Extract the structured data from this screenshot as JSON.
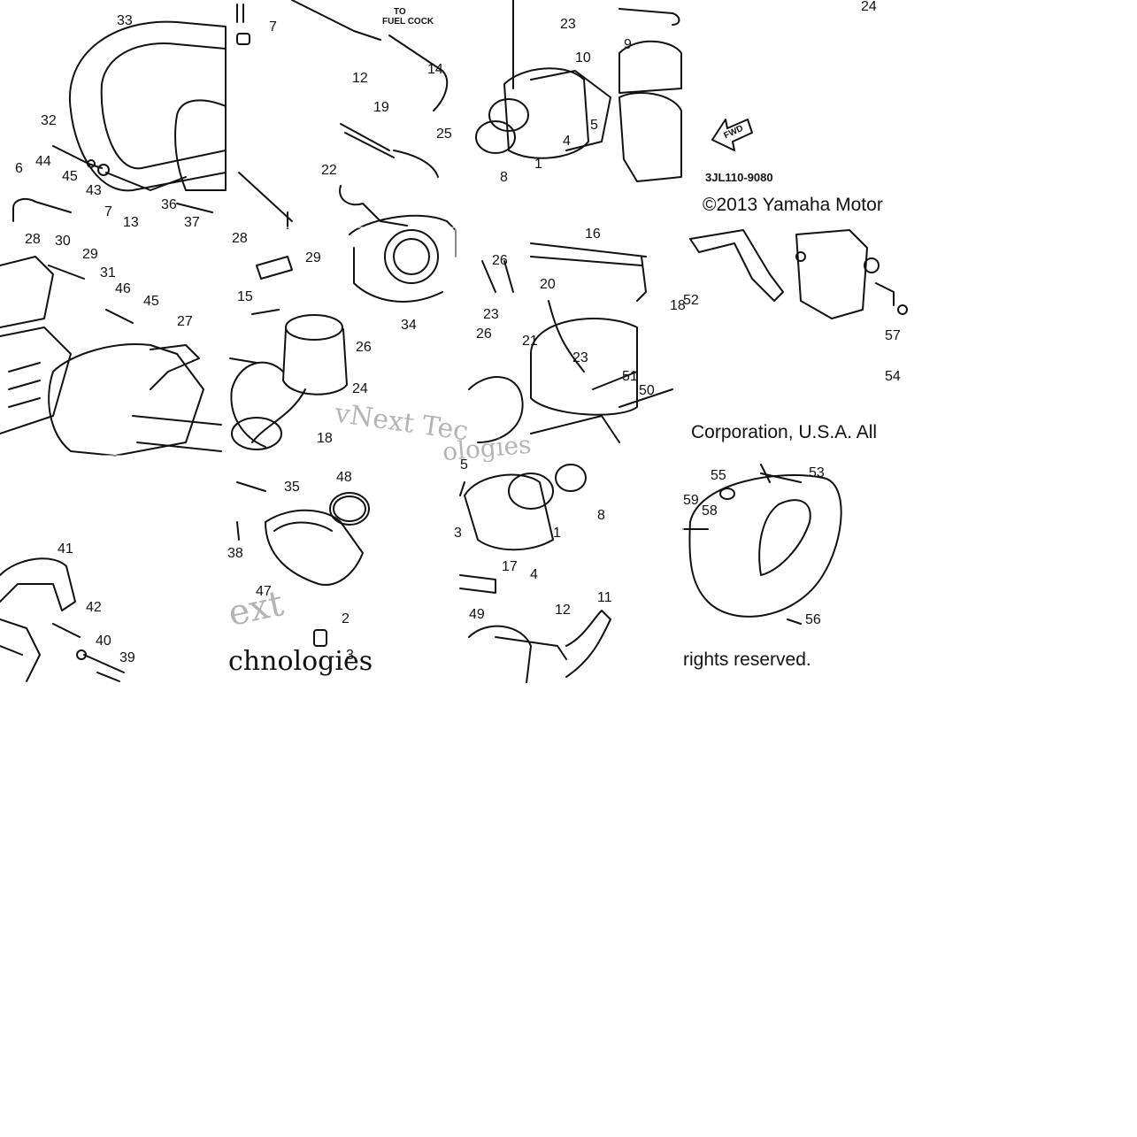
{
  "diagram": {
    "callouts": {
      "t1": [
        "33",
        "32",
        "44",
        "45",
        "43",
        "36",
        "37",
        "6",
        "7",
        "13"
      ],
      "t2": [
        "7",
        "12",
        "14",
        "19",
        "22",
        "25"
      ],
      "t2_small": [
        "TO",
        "FUEL COCK"
      ],
      "t3": [
        "23",
        "10",
        "9",
        "4",
        "5",
        "8",
        "1"
      ],
      "t4": [
        "24"
      ],
      "t5": [
        "28",
        "30",
        "29",
        "31",
        "46",
        "45",
        "27"
      ],
      "t6": [
        "28",
        "29",
        "15",
        "26",
        "24",
        "18",
        "34"
      ],
      "t7": [
        "16",
        "26",
        "20",
        "23",
        "21",
        "23",
        "51",
        "50",
        "26",
        "18"
      ],
      "t8": [
        "52",
        "57",
        "54"
      ],
      "t10": [
        "35",
        "48",
        "38",
        "47",
        "2",
        "3"
      ],
      "t11": [
        "5",
        "8",
        "1",
        "17",
        "4",
        "49",
        "12",
        "11",
        "3"
      ],
      "t12": [
        "55",
        "53",
        "59",
        "58",
        "56"
      ],
      "t9": [
        "41",
        "42",
        "40",
        "39"
      ]
    },
    "part_code": "3JL110-9080",
    "copyright_1": "©2013 Yamaha Motor",
    "copyright_2": "Corporation, U.S.A. All",
    "copyright_3": "rights reserved.",
    "watermark_1": "vNext Tec",
    "watermark_2": "ext",
    "watermark_3": "chnologies",
    "watermark_4": "ologies",
    "find_label": "FWD",
    "icons": [
      "front-direction-arrow-icon"
    ]
  }
}
